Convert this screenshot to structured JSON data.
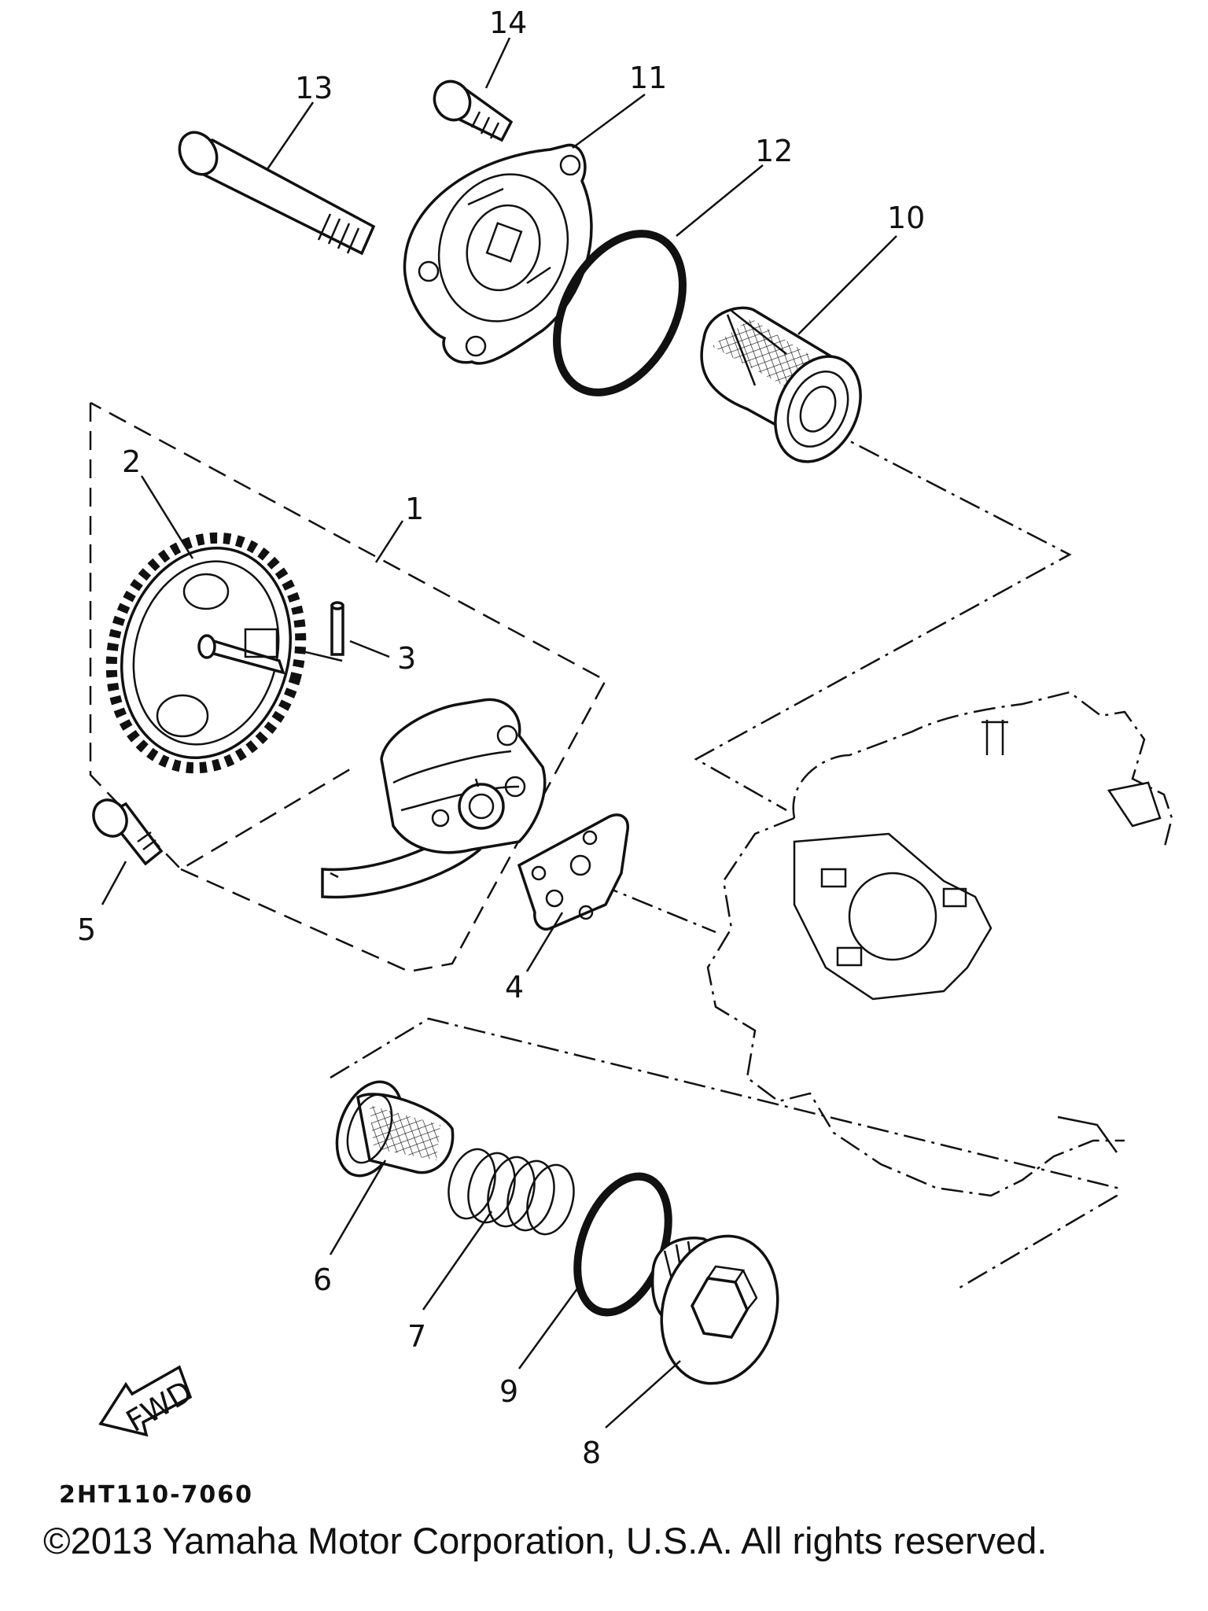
{
  "diagram": {
    "part_numbers": [
      "1",
      "2",
      "3",
      "4",
      "5",
      "6",
      "7",
      "8",
      "9",
      "10",
      "11",
      "12",
      "13",
      "14"
    ],
    "drawing_code": "2HT110-7060",
    "fwd_label": "FWD",
    "copyright": "©2013 Yamaha Motor Corporation, U.S.A. All rights reserved."
  },
  "icons": [
    "fwd-arrow-icon"
  ]
}
